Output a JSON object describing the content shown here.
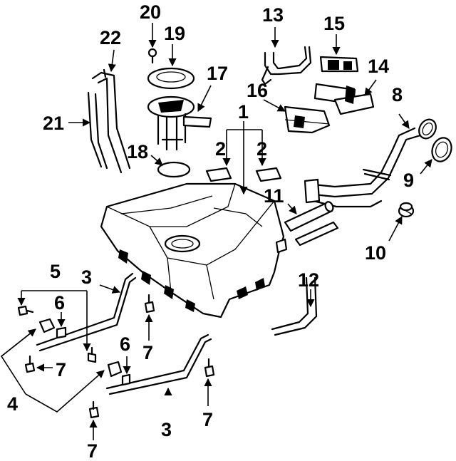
{
  "callouts": [
    {
      "id": "c1",
      "text": "1"
    },
    {
      "id": "c2a",
      "text": "2"
    },
    {
      "id": "c2b",
      "text": "2"
    },
    {
      "id": "c3a",
      "text": "3"
    },
    {
      "id": "c3b",
      "text": "3"
    },
    {
      "id": "c4",
      "text": "4"
    },
    {
      "id": "c5",
      "text": "5"
    },
    {
      "id": "c6a",
      "text": "6"
    },
    {
      "id": "c6b",
      "text": "6"
    },
    {
      "id": "c7a",
      "text": "7"
    },
    {
      "id": "c7b",
      "text": "7"
    },
    {
      "id": "c7c",
      "text": "7"
    },
    {
      "id": "c7d",
      "text": "7"
    },
    {
      "id": "c8",
      "text": "8"
    },
    {
      "id": "c9",
      "text": "9"
    },
    {
      "id": "c10",
      "text": "10"
    },
    {
      "id": "c11",
      "text": "11"
    },
    {
      "id": "c12",
      "text": "12"
    },
    {
      "id": "c13",
      "text": "13"
    },
    {
      "id": "c14",
      "text": "14"
    },
    {
      "id": "c15",
      "text": "15"
    },
    {
      "id": "c16",
      "text": "16"
    },
    {
      "id": "c17",
      "text": "17"
    },
    {
      "id": "c18",
      "text": "18"
    },
    {
      "id": "c19",
      "text": "19"
    },
    {
      "id": "c20",
      "text": "20"
    },
    {
      "id": "c21",
      "text": "21"
    },
    {
      "id": "c22",
      "text": "22"
    }
  ]
}
